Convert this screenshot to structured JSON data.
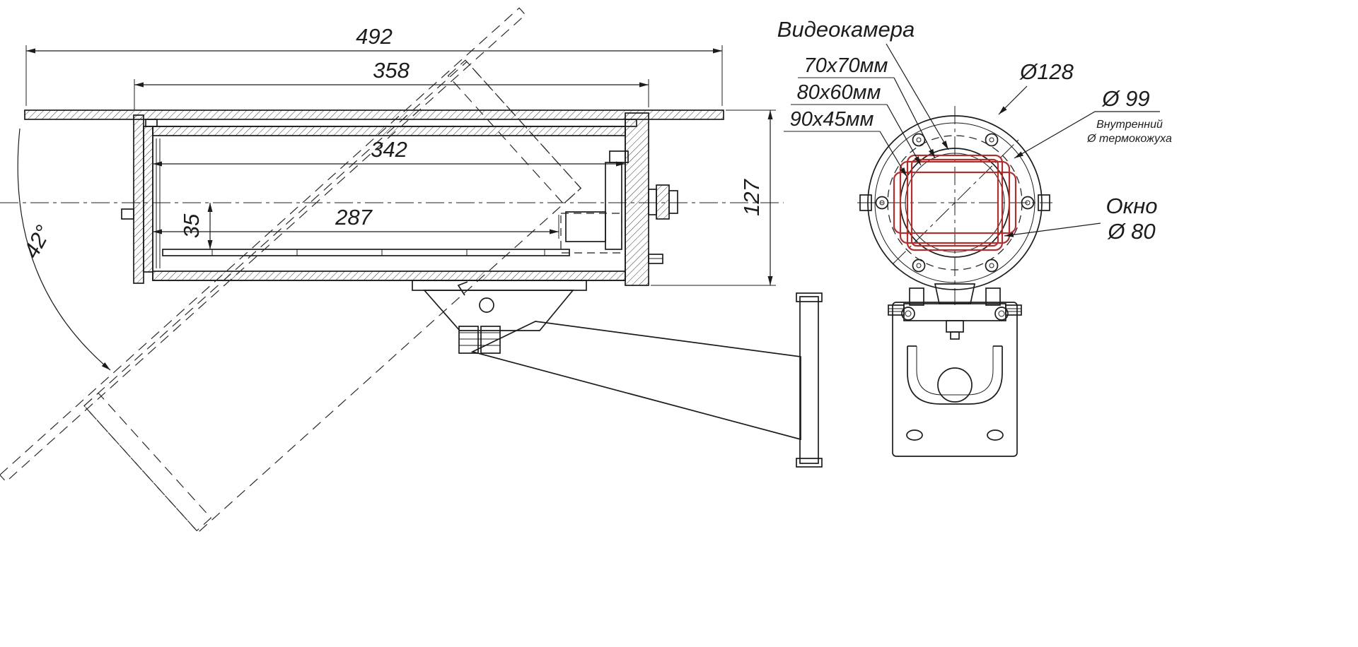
{
  "side_view": {
    "dim_492": "492",
    "dim_358": "358",
    "dim_342": "342",
    "dim_287": "287",
    "dim_35": "35",
    "dim_127": "127",
    "angle_42": "42°"
  },
  "front_view": {
    "camera_label": "Видеокамера",
    "size_70": "70х70мм",
    "size_80": "80х60мм",
    "size_90": "90х45мм",
    "dia_128": "Ø128",
    "dia_99": "Ø 99",
    "inner_note_line1": "Внутренний",
    "inner_note_line2": "Ø термокожуха",
    "window_line1": "Окно",
    "window_line2": "Ø 80"
  },
  "colors": {
    "line": "#1c1c1c",
    "camera_size_highlight": "#b03030",
    "background": "#ffffff"
  }
}
